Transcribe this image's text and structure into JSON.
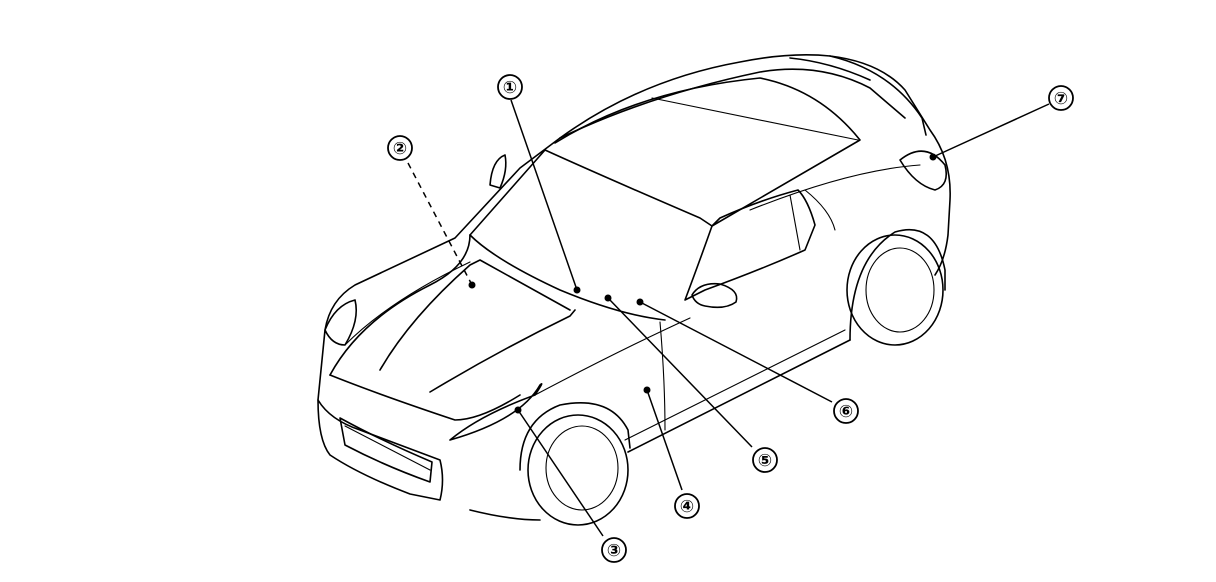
{
  "callouts": [
    {
      "id": "1",
      "label": "①"
    },
    {
      "id": "2",
      "label": "②"
    },
    {
      "id": "3",
      "label": "③"
    },
    {
      "id": "4",
      "label": "④"
    },
    {
      "id": "5",
      "label": "⑤"
    },
    {
      "id": "6",
      "label": "⑥"
    },
    {
      "id": "7",
      "label": "⑦"
    }
  ],
  "colors": {
    "ink": "#000000",
    "background": "#ffffff"
  }
}
